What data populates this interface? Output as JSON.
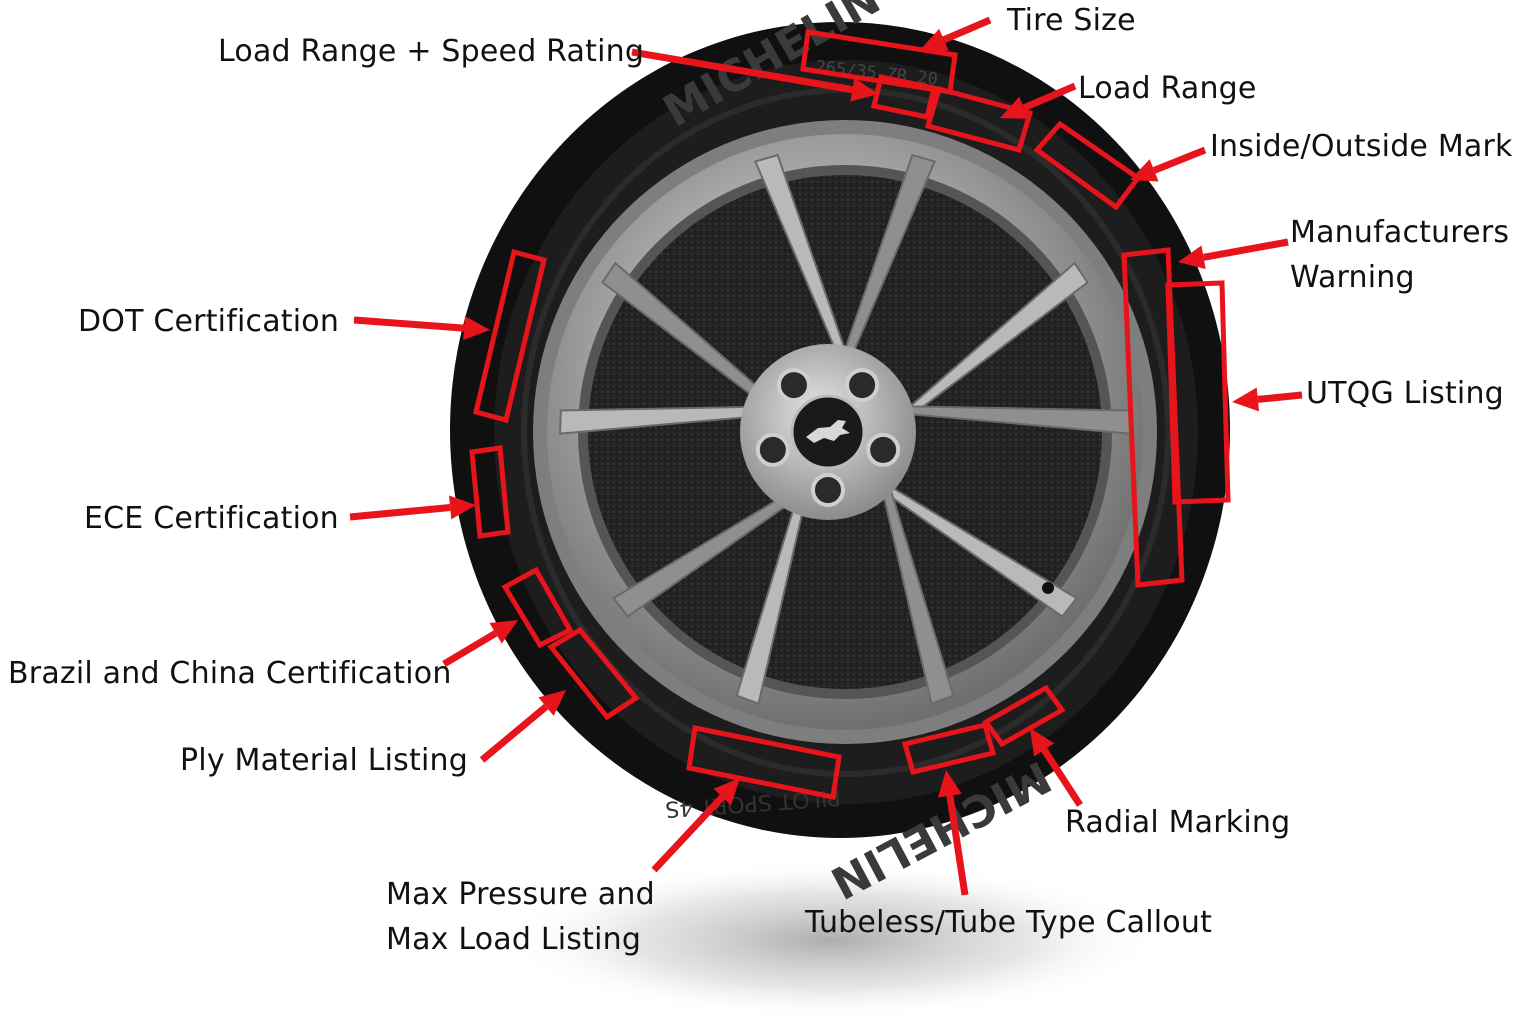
{
  "labels": {
    "tire_size": "Tire Size",
    "load_speed": "Load Range + Speed Rating",
    "load_range": "Load Range",
    "inside_outside": "Inside/Outside Mark",
    "mfr_warning_1": "Manufacturers",
    "mfr_warning_2": "Warning",
    "utqg": "UTQG Listing",
    "dot": "DOT Certification",
    "ece": "ECE Certification",
    "brazil_china": "Brazil and China Certification",
    "ply": "Ply Material Listing",
    "max_pressure_1": "Max Pressure and",
    "max_pressure_2": "Max Load Listing",
    "tubeless": "Tubeless/Tube Type Callout",
    "radial": "Radial Marking"
  },
  "sidewall": {
    "brand": "MICHELIN",
    "model": "PILOT SPORT 4S",
    "size": "265/35 ZR 20"
  },
  "colors": {
    "callout": "#e8141b",
    "tire": "#121212",
    "rim": "#9a9a9a"
  }
}
